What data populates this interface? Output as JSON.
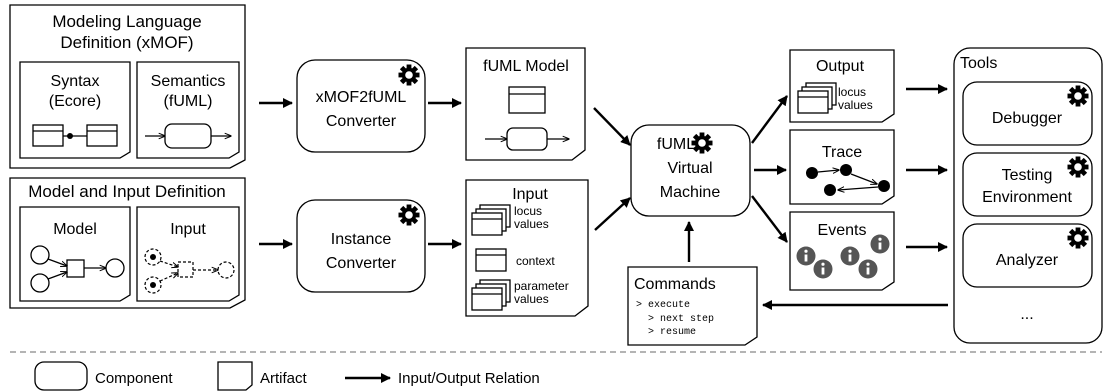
{
  "mld": {
    "title_line1": "Modeling Language",
    "title_line2": "Definition (xMOF)",
    "syntax_line1": "Syntax",
    "syntax_line2": "(Ecore)",
    "semantics_line1": "Semantics",
    "semantics_line2": "(fUML)"
  },
  "mid": {
    "title": "Model and Input Definition",
    "model": "Model",
    "input": "Input"
  },
  "xmof2fuml": {
    "line1": "xMOF2fUML",
    "line2": "Converter"
  },
  "instance_converter": {
    "line1": "Instance",
    "line2": "Converter"
  },
  "fuml_model": {
    "title": "fUML Model"
  },
  "input_artifact": {
    "title": "Input",
    "locus1": "locus",
    "locus2": "values",
    "context": "context",
    "param1": "parameter",
    "param2": "values"
  },
  "vm": {
    "line1": "fUML",
    "line2": "Virtual",
    "line3": "Machine"
  },
  "output": {
    "title": "Output",
    "locus1": "locus",
    "locus2": "values"
  },
  "trace": {
    "title": "Trace"
  },
  "events": {
    "title": "Events"
  },
  "commands": {
    "title": "Commands",
    "cmd1": "> execute",
    "cmd2": "> next step",
    "cmd3": "> resume"
  },
  "tools": {
    "title": "Tools",
    "debugger": "Debugger",
    "testing1": "Testing",
    "testing2": "Environment",
    "analyzer": "Analyzer",
    "more": "..."
  },
  "legend": {
    "component": "Component",
    "artifact": "Artifact",
    "relation": "Input/Output Relation"
  }
}
